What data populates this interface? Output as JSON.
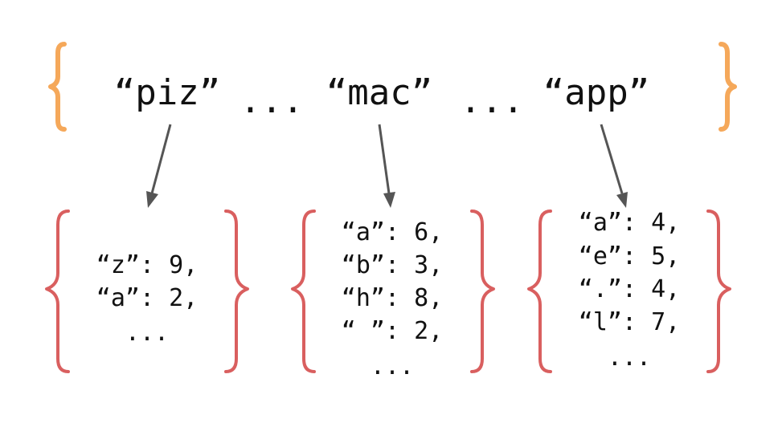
{
  "outer": {
    "keys": [
      "“piz”",
      "“mac”",
      "“app”"
    ],
    "separators": [
      "...",
      "..."
    ]
  },
  "maps": [
    {
      "entries": [
        "“z”: 9,",
        "“a”: 2,",
        "..."
      ]
    },
    {
      "entries": [
        "“a”: 6,",
        "“b”: 3,",
        "“h”: 8,",
        "“ ”: 2,",
        "..."
      ]
    },
    {
      "entries": [
        "“a”: 4,",
        "“e”: 5,",
        "“.”: 4,",
        "“l”: 7,",
        "..."
      ]
    }
  ],
  "colors": {
    "outer_brace": "#f5a85a",
    "inner_brace": "#d95f5f",
    "arrow": "#555555",
    "text": "#111111"
  }
}
